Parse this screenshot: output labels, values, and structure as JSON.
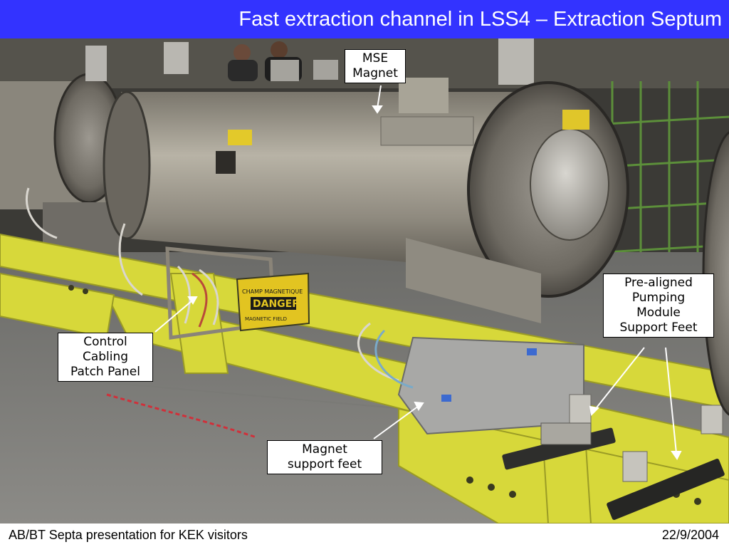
{
  "slide": {
    "title": "Fast extraction channel in LSS4 – Extraction Septum",
    "footer_left": "AB/BT Septa presentation for KEK visitors",
    "footer_right": "22/9/2004"
  },
  "photo": {
    "signs": {
      "sign_line_1": "CHAMP MAGNETIQUE",
      "sign_line_2": "DANGER",
      "sign_line_3": "MAGNETIC FIELD"
    }
  },
  "annotations": [
    {
      "id": "mse-magnet",
      "lines": [
        "MSE",
        "Magnet"
      ]
    },
    {
      "id": "pumping-feet",
      "lines": [
        "Pre-aligned",
        "Pumping",
        "Module",
        "Support Feet"
      ]
    },
    {
      "id": "cabling-panel",
      "lines": [
        "Control",
        "Cabling",
        "Patch Panel"
      ]
    },
    {
      "id": "magnet-feet",
      "lines": [
        "Magnet",
        "support feet"
      ]
    }
  ],
  "colors": {
    "title_bar": "#3333ff",
    "title_text": "#ffffff",
    "frame_yellow": "#d7d83a",
    "arrow": "#ffffff"
  }
}
